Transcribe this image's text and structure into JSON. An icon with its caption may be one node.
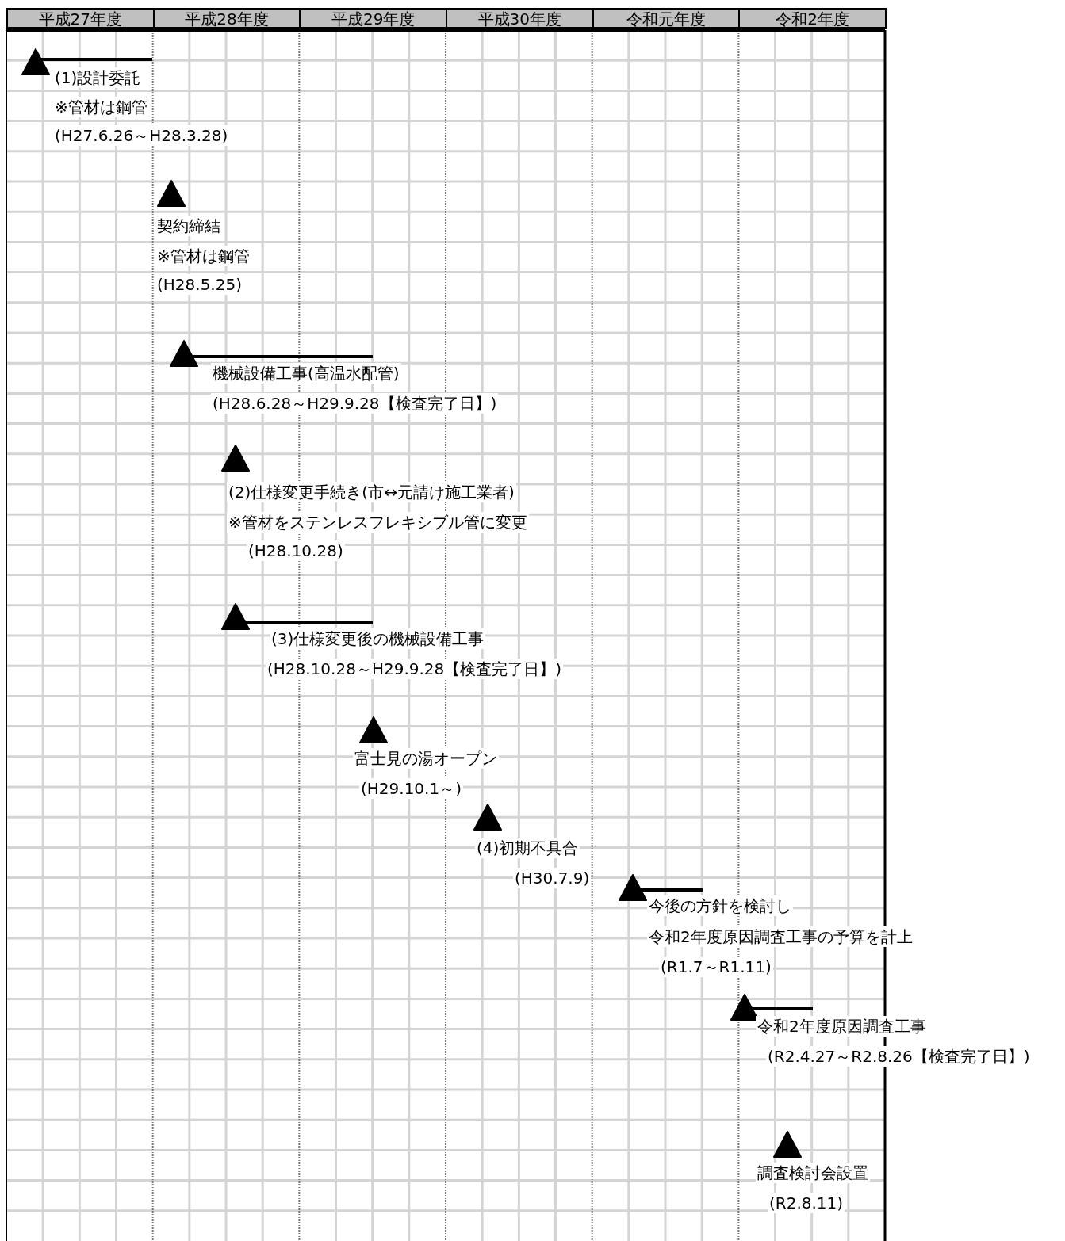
{
  "diagram": {
    "nodes": [
      {
        "text": [
          "(1)設計委託",
          "※管材は鋼管",
          "(H27.6.26～H28.3.28)"
        ]
      },
      {
        "text": [
          "契約締結",
          "※管材は鋼管",
          "(H28.5.25)"
        ]
      },
      {
        "text": [
          "機械設備工事(高温水配管)",
          "(H28.6.28～H29.9.28【検査完了日】)"
        ]
      },
      {
        "text": [
          "(2)仕様変更手続き(市↔元請け施工業者)",
          "※管材をステンレスフレキシブル管に変更",
          "(H28.10.28)"
        ]
      },
      {
        "text": [
          "(3)仕様変更後の機械設備工事",
          "(H28.10.28～H29.9.28【検査完了日】)"
        ]
      },
      {
        "text": [
          "富士見の湯オープン",
          "(H29.10.1～)"
        ]
      },
      {
        "text": [
          "(4)初期不具合",
          "(H30.7.9)"
        ]
      },
      {
        "text": [
          "今後の方針を検討し",
          "令和2年度原因調査工事の予算を計上",
          "(R1.7～R1.11)"
        ]
      },
      {
        "text": [
          "令和2年度原因調査工事",
          "(R2.4.27～R2.8.26【検査完了日】)"
        ]
      },
      {
        "text": [
          "調査検討会設置",
          "(R2.8.11)"
        ]
      }
    ],
    "labels": [
      "平成27年度",
      "平成28年度",
      "平成29年度",
      "平成30年度",
      "令和元年度",
      "令和2年度"
    ]
  }
}
